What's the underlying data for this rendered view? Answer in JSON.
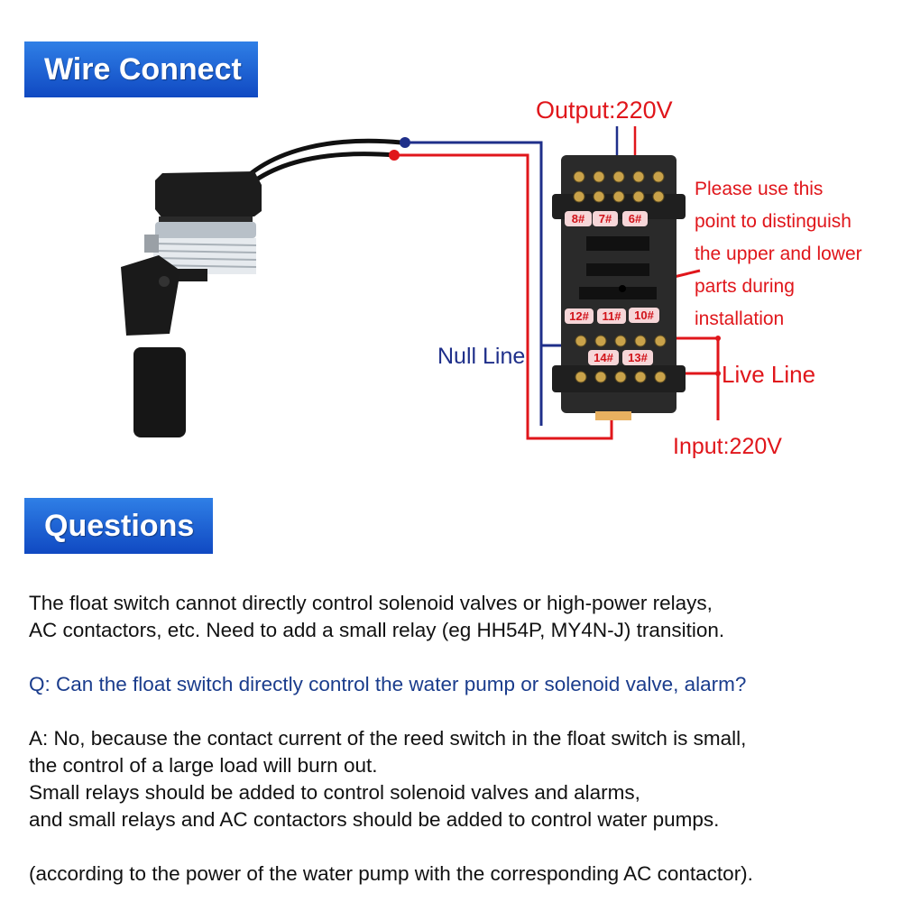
{
  "sections": {
    "wire_connect": "Wire Connect",
    "questions": "Questions"
  },
  "diagram": {
    "output_label": "Output:220V",
    "input_label": "Input:220V",
    "null_line": "Null Line",
    "live_line": "Live Line",
    "note_lines": [
      "Please use this",
      "point to distinguish",
      "the upper and lower",
      "parts during",
      "installation"
    ],
    "terminals": {
      "t8": "8#",
      "t7": "7#",
      "t6": "6#",
      "t12": "12#",
      "t11": "11#",
      "t10": "10#",
      "t14": "14#",
      "t13": "13#"
    },
    "colors": {
      "null": "#1f2f8a",
      "live": "#e0161b",
      "banner": "#1a5fd6"
    }
  },
  "text": {
    "intro": [
      "The float switch cannot directly control solenoid valves or high-power relays,",
      "AC contactors, etc. Need to add a small relay (eg HH54P, MY4N-J) transition."
    ],
    "question": "Q: Can the float switch directly control the water pump or solenoid valve, alarm?",
    "answer": [
      "A: No, because the contact current of the reed switch in the float switch is small,",
      "the control of a large load will burn out.",
      "Small relays should be added to control solenoid valves and alarms,",
      "and small relays and AC contactors should be added to control water pumps."
    ],
    "note": "(according to the power of the water pump with the corresponding AC contactor)."
  }
}
